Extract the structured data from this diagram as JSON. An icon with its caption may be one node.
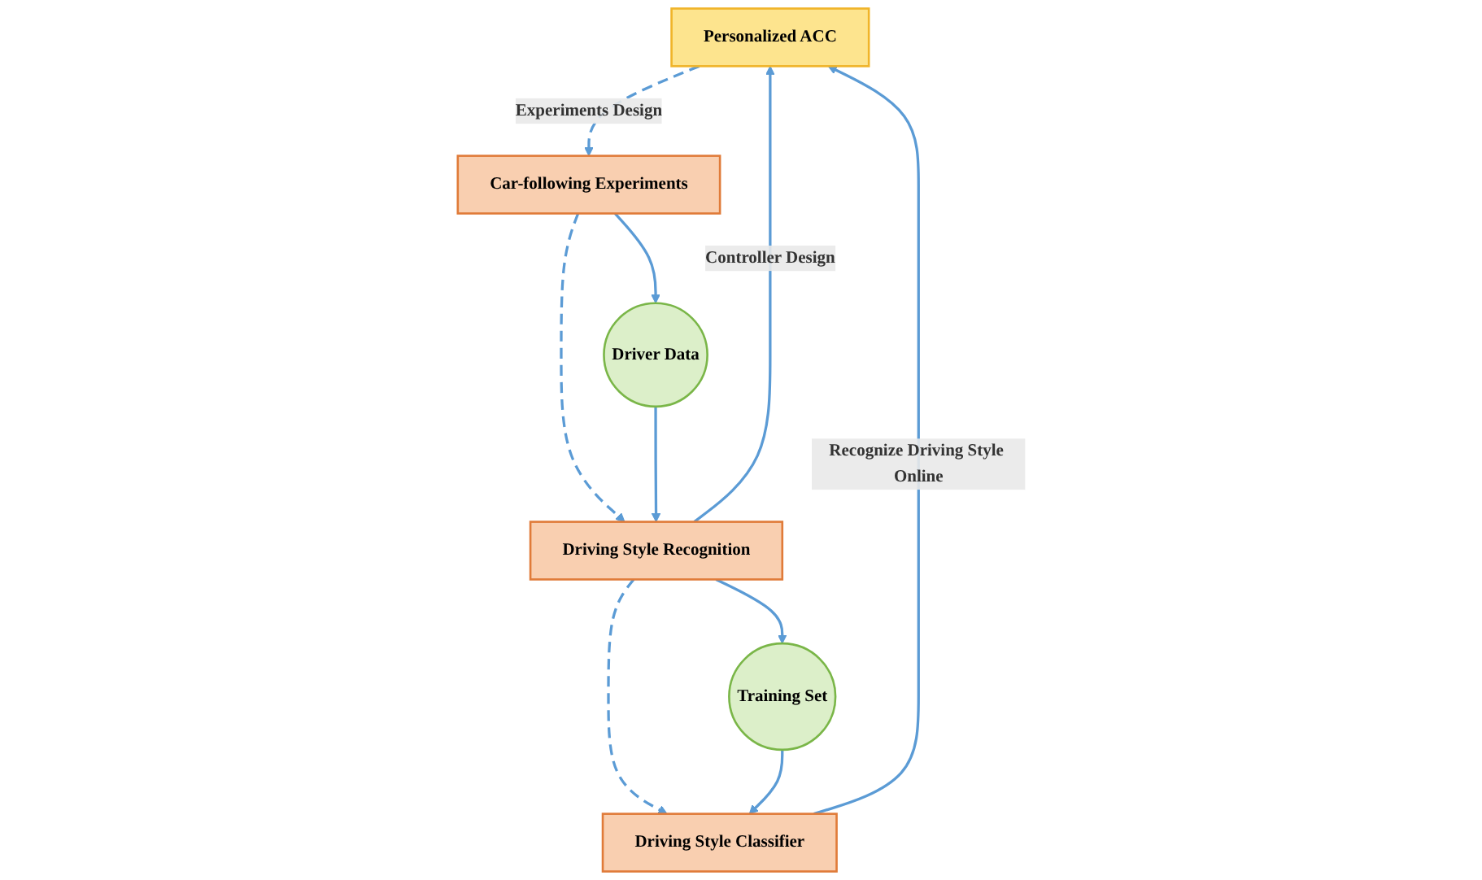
{
  "diagram": {
    "nodes": [
      {
        "text": [
          "Personalized ACC"
        ]
      },
      {
        "text": [
          "Car-following Experiments"
        ]
      },
      {
        "text": [
          "Driving Style Recognition"
        ]
      },
      {
        "text": [
          "Driving Style Classifier"
        ]
      },
      {
        "text": [
          "Driver Data"
        ]
      },
      {
        "text": [
          "Training Set"
        ]
      }
    ],
    "edges": [
      {
        "from": 0,
        "to": 1,
        "arrow": "to",
        "style": "dashed",
        "label": "Experiments Design"
      },
      {
        "from": 1,
        "to": 2,
        "arrow": "to",
        "style": "dashed"
      },
      {
        "from": 2,
        "to": 3,
        "arrow": "to",
        "style": "dashed"
      },
      {
        "from": 2,
        "to": 0,
        "arrow": "to",
        "label": "Controller Design"
      },
      {
        "from": 3,
        "to": 0,
        "arrow": "to",
        "label": "Recognize Driving Style Online"
      },
      {
        "from": 1,
        "to": 4,
        "arrow": "to"
      },
      {
        "from": 4,
        "to": 2,
        "arrow": "to"
      },
      {
        "from": 2,
        "to": 5,
        "arrow": "to"
      },
      {
        "from": 5,
        "to": 3,
        "arrow": "to"
      }
    ]
  }
}
